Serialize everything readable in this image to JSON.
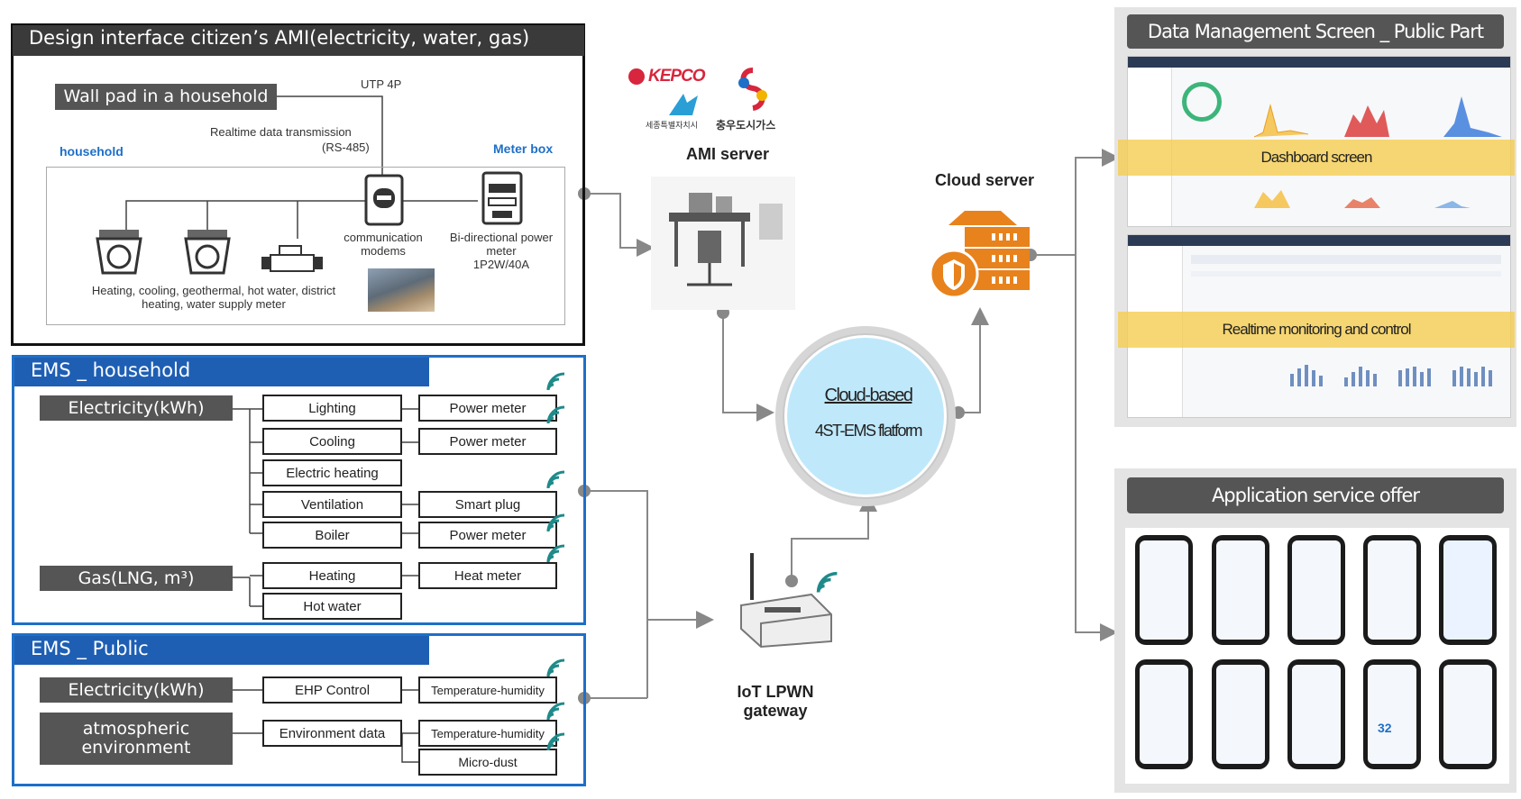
{
  "ami": {
    "title": "Design interface  citizen’s AMI(electricity, water, gas)",
    "wallpad": "Wall pad in a household",
    "utp": "UTP 4P",
    "realtime": "Realtime data transmission",
    "rs485": "(RS-485)",
    "household": "household",
    "meterbox": "Meter box",
    "comm_modems": "communication\nmodems",
    "bidir": "Bi-directional power\nmeter\n1P2W/40A",
    "heating_meter": "Heating, cooling, geothermal, hot water, district\nheating, water supply meter"
  },
  "ems_household": {
    "title": "EMS _ household",
    "electricity": "Electricity(kWh)",
    "gas": "Gas(LNG, m³)",
    "left_items": [
      "Lighting",
      "Cooling",
      "Electric heating",
      "Ventilation",
      "Boiler",
      "Heating",
      "Hot water"
    ],
    "right_items": [
      "Power meter",
      "Power meter",
      "Smart plug",
      "Power meter",
      "Heat meter"
    ]
  },
  "ems_public": {
    "title": "EMS _ Public",
    "electricity": "Electricity(kWh)",
    "atmos": "atmospheric\nenvironment",
    "left_items": [
      "EHP Control",
      "Environment data"
    ],
    "right_items": [
      "Temperature-humidity",
      "Temperature-humidity",
      "Micro-dust"
    ]
  },
  "center": {
    "kepco": "KEPCO",
    "sejong": "세종특별자치시",
    "gas_company": "충우도시가스",
    "ami_server": "AMI server",
    "platform_line1": "Cloud-based",
    "platform_line2": "4ST-EMS flatform",
    "iot_gateway": "IoT LPWN\ngateway",
    "cloud_server": "Cloud server"
  },
  "right": {
    "data_mgmt": "Data Management Screen _ Public Part",
    "dashboard": "Dashboard screen",
    "realtime_monitoring": "Realtime monitoring and control",
    "app_service": "Application service offer",
    "phone_reading": "32"
  },
  "colors": {
    "ems_border": "#1e6fc8",
    "platform_fill": "#bfe9fb",
    "server_orange": "#e8821c",
    "arrow": "#777777"
  }
}
